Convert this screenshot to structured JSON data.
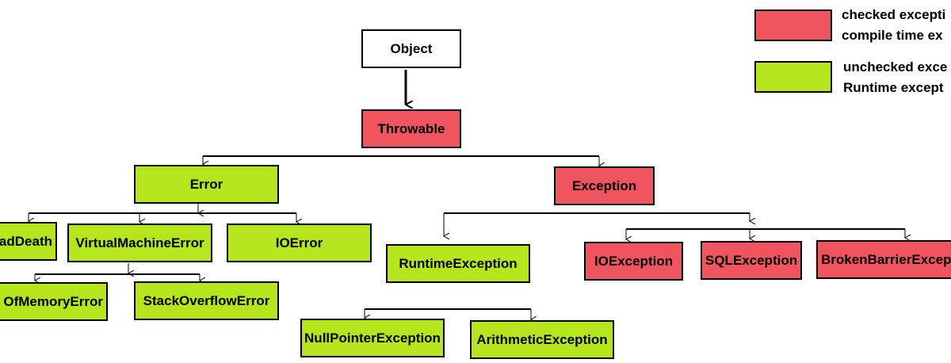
{
  "colors": {
    "checked": "#f0555f",
    "unchecked": "#b5e61d",
    "plain": "#ffffff",
    "line": "#000000"
  },
  "legend": {
    "checked_line1": "checked excepti",
    "checked_line2": "compile time ex",
    "unchecked_line1": "unchecked exce",
    "unchecked_line2": "Runtime except"
  },
  "nodes": {
    "object": "Object",
    "throwable": "Throwable",
    "error": "Error",
    "exception": "Exception",
    "thread_death": "adDeath",
    "virtual_machine_error": "VirtualMachineError",
    "io_error": "IOError",
    "out_of_memory_error": "OfMemoryError",
    "stack_overflow_error": "StackOverflowError",
    "runtime_exception": "RuntimeException",
    "io_exception": "IOException",
    "sql_exception": "SQLException",
    "broken_barrier_exception": "BrokenBarrierExcep",
    "null_pointer_exception": "NullPointerException",
    "arithmetic_exception": "ArithmeticException"
  }
}
